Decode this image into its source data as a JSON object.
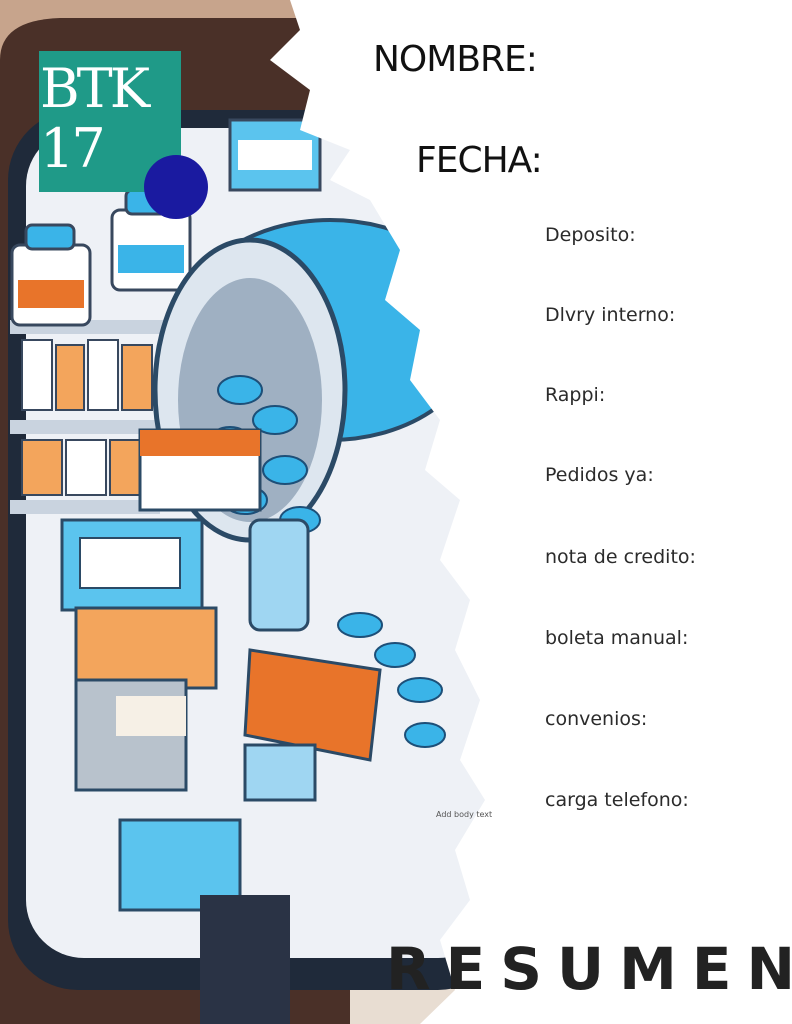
{
  "logo": {
    "line1": "BTK",
    "line2": "17"
  },
  "header": {
    "name_label": "NOMBRE:",
    "date_label": "FECHA:"
  },
  "fields": [
    "Deposito:",
    "Dlvry interno:",
    "Rappi:",
    "Pedidos ya:",
    "nota de credito:",
    "boleta manual:",
    "convenios:",
    "carga telefono:"
  ],
  "placeholder_text": "Add body text",
  "footer": {
    "title": "RESUMEN"
  },
  "colors": {
    "logo_teal": "#1f9a88",
    "logo_dot": "#1a1aa0",
    "accent_blue": "#3ab4e8",
    "accent_orange": "#e8742a"
  }
}
